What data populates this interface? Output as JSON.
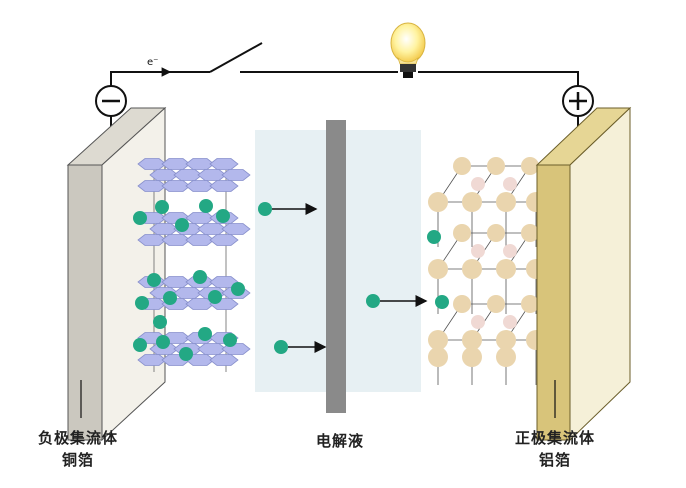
{
  "labels": {
    "negative_line1": "负极集流体",
    "negative_line2": "铜箔",
    "electrolyte": "电解液",
    "positive_line1": "正极集流体",
    "positive_line2": "铝箔",
    "electron": "e⁻"
  },
  "colors": {
    "wire": "#111111",
    "copper_front": "#cbc9c0",
    "copper_face": "#f2f0e8",
    "aluminum_front": "#d8c47a",
    "aluminum_face": "#f4efd5",
    "electrolyte": "#e6f0f3",
    "separator": "#8a8a8a",
    "graphite": "#b3b8ec",
    "graphite_edge": "#8890cc",
    "lithium_ion": "#23a884",
    "cathode_atom": "#ead5ae",
    "cathode_atom_small": "#f0d9d4",
    "bulb_glass": "#fff2a8",
    "bulb_base": "#333333"
  },
  "icons": [
    "minus-terminal-icon",
    "plus-terminal-icon",
    "light-bulb-icon",
    "switch-icon"
  ]
}
